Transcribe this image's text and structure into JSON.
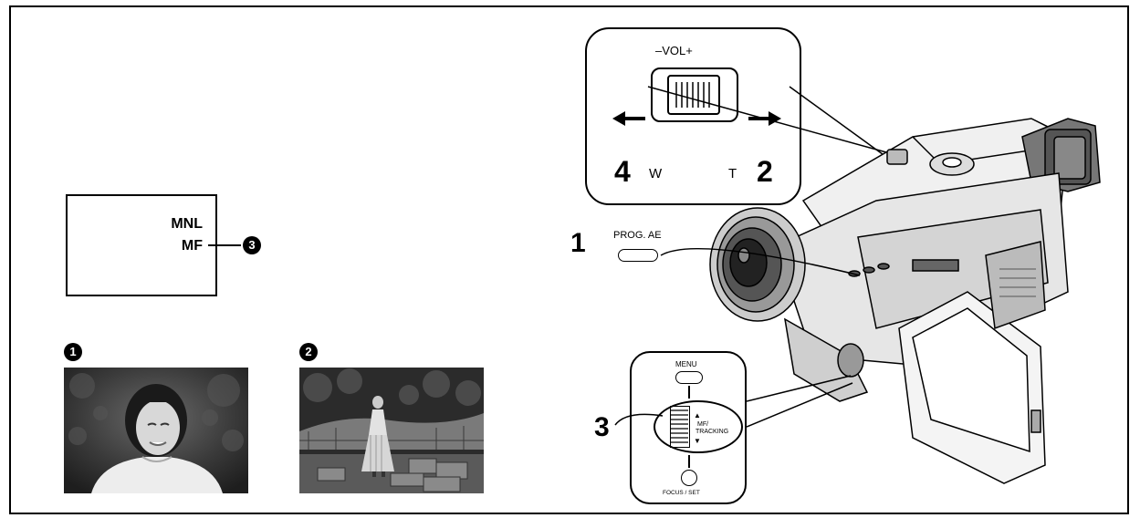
{
  "display": {
    "line1": "MNL",
    "line2": "MF",
    "callout": "3"
  },
  "photos": [
    {
      "number": "1"
    },
    {
      "number": "2"
    }
  ],
  "zoom_lever": {
    "label": "–VOL+",
    "wide": "W",
    "tele": "T",
    "step_left": "4",
    "step_right": "2"
  },
  "prog_ae": {
    "step": "1",
    "label": "PROG. AE"
  },
  "dial_panel": {
    "step": "3",
    "menu_label": "MENU",
    "dial_label_1": "MF/",
    "dial_label_2": "TRACKING",
    "focus_label": "FOCUS / SET"
  }
}
